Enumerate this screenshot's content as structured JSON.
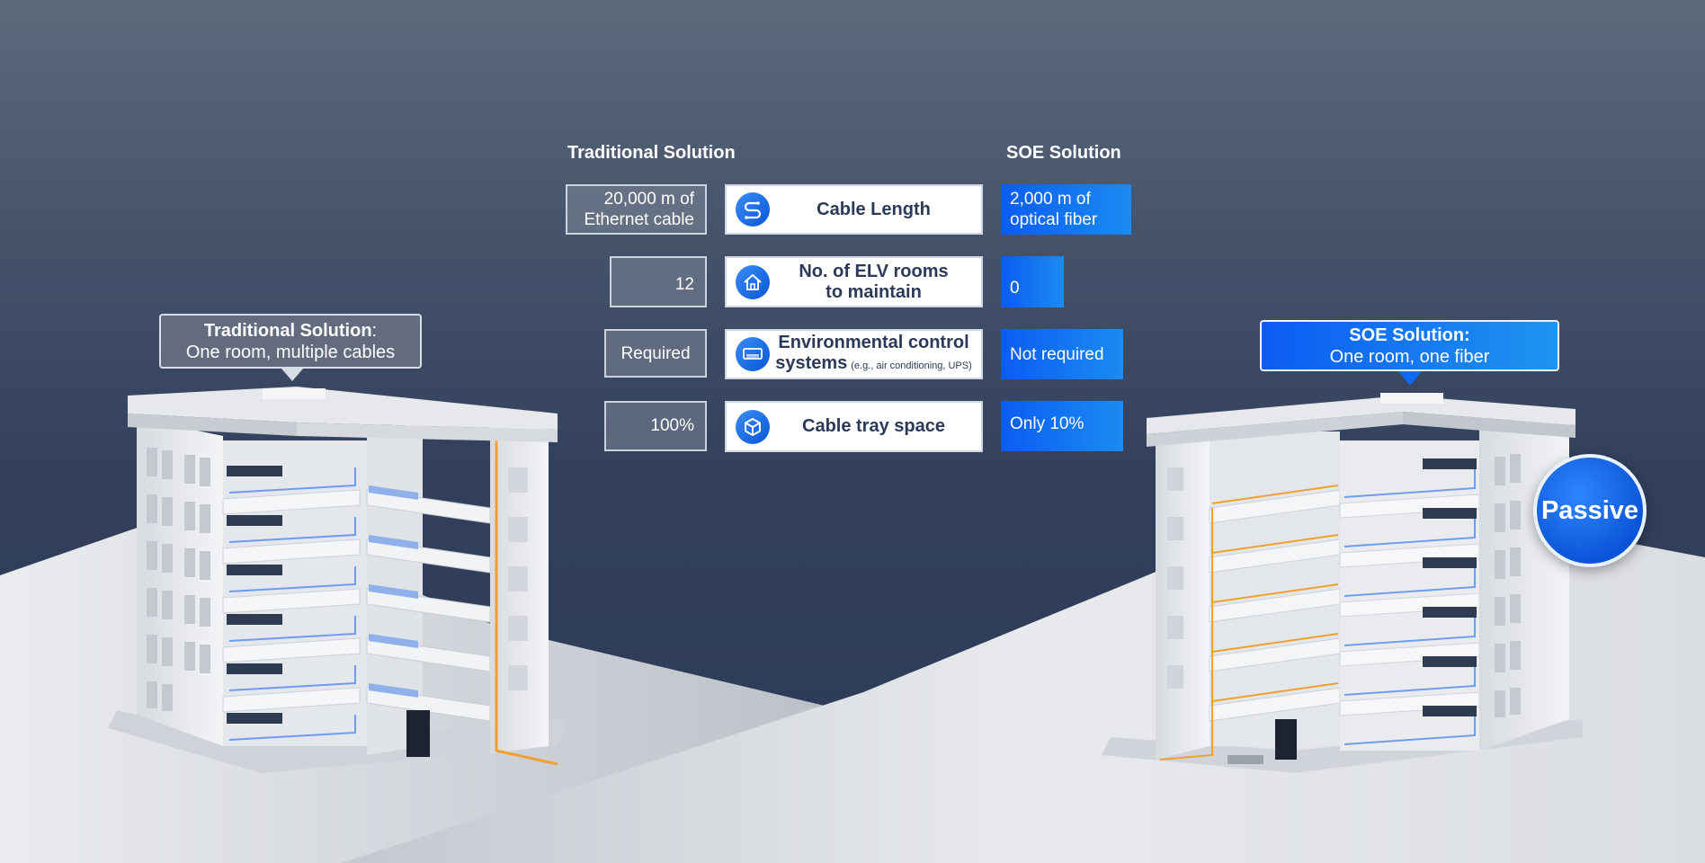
{
  "headers": {
    "traditional": "Traditional Solution",
    "soe": "SOE Solution"
  },
  "rows": [
    {
      "traditional_lines": [
        "20,000 m of",
        "Ethernet cable"
      ],
      "label_lines": [
        "Cable Length"
      ],
      "label_note": "",
      "icon": "cable-route-icon",
      "soe_lines": [
        "2,000 m of",
        "optical fiber"
      ]
    },
    {
      "traditional_lines": [
        "12"
      ],
      "label_lines": [
        "No. of ELV rooms",
        "to maintain"
      ],
      "label_note": "",
      "icon": "house-icon",
      "soe_lines": [
        "0"
      ]
    },
    {
      "traditional_lines": [
        "Required"
      ],
      "label_lines": [
        "Environmental control",
        "systems"
      ],
      "label_note": "(e.g., air conditioning, UPS)",
      "icon": "air-conditioner-icon",
      "soe_lines": [
        "Not required"
      ]
    },
    {
      "traditional_lines": [
        "100%"
      ],
      "label_lines": [
        "Cable tray space"
      ],
      "label_note": "",
      "icon": "cube-icon",
      "soe_lines": [
        "Only 10%"
      ]
    }
  ],
  "callouts": {
    "traditional": {
      "title": "Traditional Solution",
      "colon": ":",
      "subtitle": "One room, multiple cables"
    },
    "soe": {
      "title": "SOE Solution:",
      "subtitle": "One room, one fiber"
    }
  },
  "badge": {
    "label": "Passive"
  },
  "colors": {
    "accent_blue": "#0c5cf2",
    "accent_blue_light": "#1a8cf2",
    "label_text": "#2b3a58",
    "orange_fiber": "#f0a030",
    "blue_cable": "#6d9cf0"
  }
}
